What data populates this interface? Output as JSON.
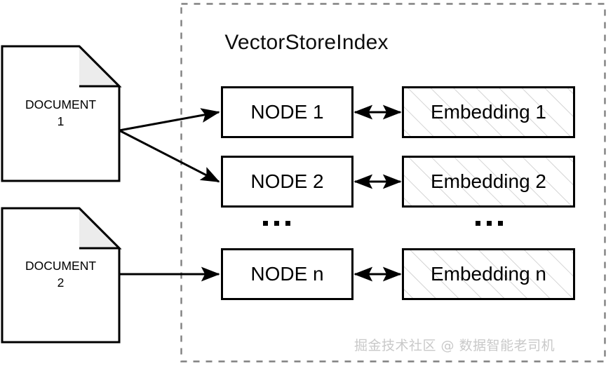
{
  "diagram": {
    "title": "VectorStoreIndex",
    "watermark": "掘金技术社区 @ 数据智能老司机",
    "colors": {
      "stroke": "#000000",
      "container_border": "#808080",
      "fold_fill": "#ececec",
      "hatch": "#c9c9c9",
      "background": "#ffffff",
      "watermark": "#c9c9c9"
    },
    "documents": [
      {
        "label": "DOCUMENT",
        "sublabel": "1"
      },
      {
        "label": "DOCUMENT",
        "sublabel": "2"
      }
    ],
    "nodes": [
      {
        "label": "NODE 1"
      },
      {
        "label": "NODE 2"
      },
      {
        "label": "NODE n"
      }
    ],
    "embeddings": [
      {
        "label": "Embedding 1"
      },
      {
        "label": "Embedding 2"
      },
      {
        "label": "Embedding n"
      }
    ],
    "ellipsis": {
      "nodes_column": "...",
      "embeddings_column": "..."
    }
  }
}
